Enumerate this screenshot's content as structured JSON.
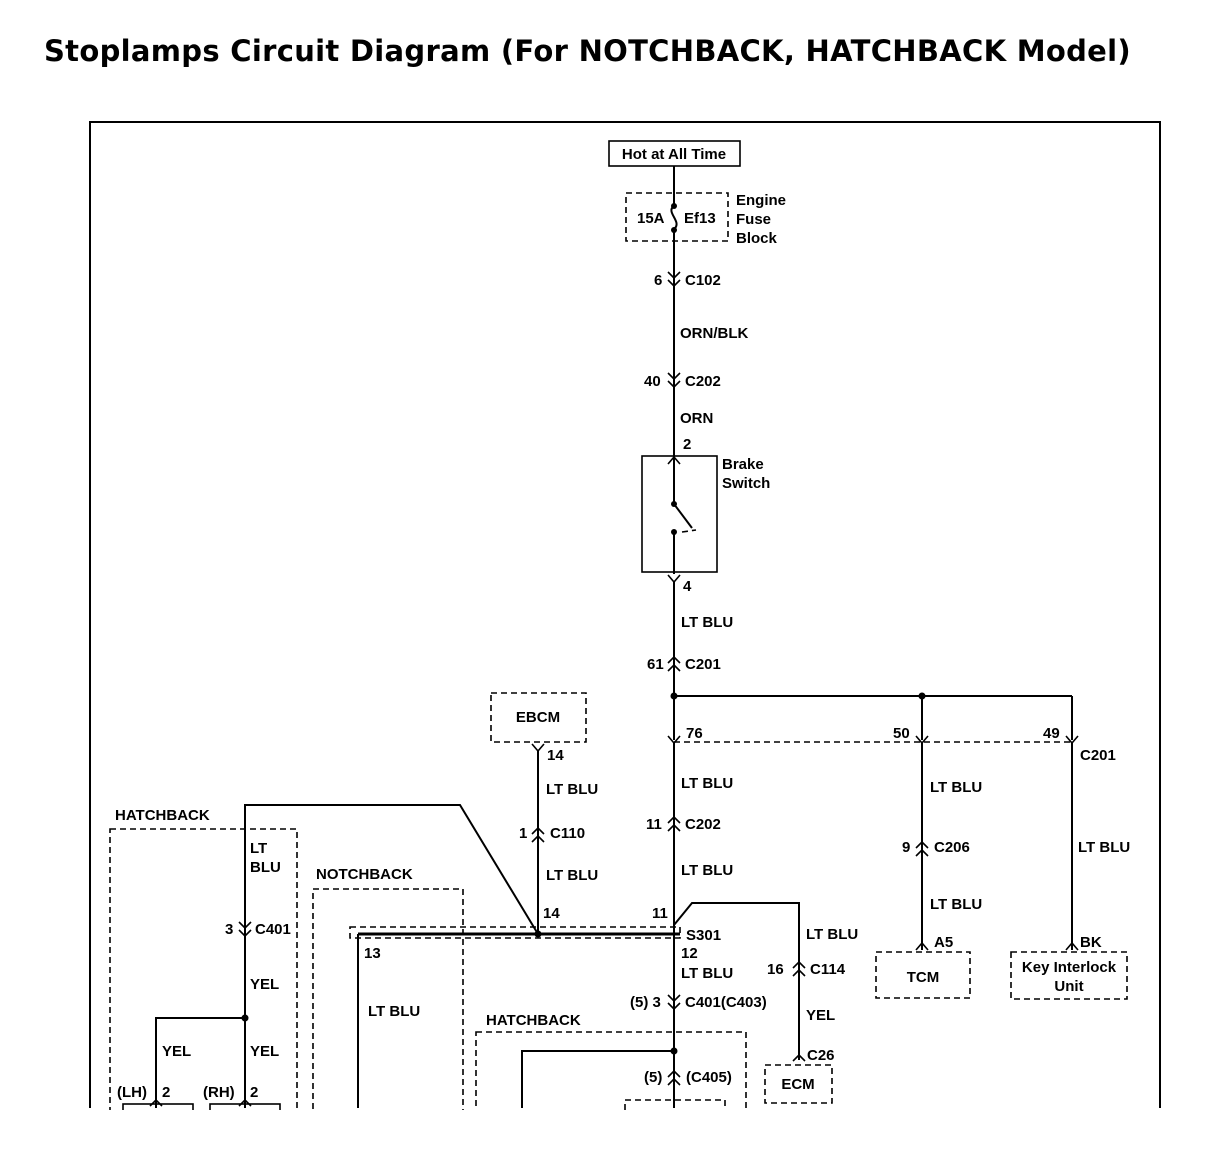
{
  "title": "Stoplamps Circuit Diagram (For NOTCHBACK, HATCHBACK Model)",
  "labels": {
    "hot_at_all_time": "Hot at All Time",
    "fuse_rating": "15A",
    "fuse_id": "Ef13",
    "fuse_block_1": "Engine",
    "fuse_block_2": "Fuse",
    "fuse_block_3": "Block",
    "c102_pin": "6",
    "c102": "C102",
    "orn_blk": "ORN/BLK",
    "c202_top_pin": "40",
    "c202_top": "C202",
    "orn": "ORN",
    "brake_pin_in": "2",
    "brake_switch_1": "Brake",
    "brake_switch_2": "Switch",
    "brake_pin_out": "4",
    "lt_blu_1": "LT BLU",
    "c201_pin": "61",
    "c201": "C201",
    "ebcm": "EBCM",
    "ebcm_pin": "14",
    "pin_76": "76",
    "pin_50": "50",
    "pin_49": "49",
    "c201_b": "C201",
    "lt_blu_2": "LT BLU",
    "lt_blu_ebcm": "LT BLU",
    "c110_pin": "1",
    "c110": "C110",
    "lt_blu_ebcm2": "LT BLU",
    "c202_mid_pin": "11",
    "c202_mid": "C202",
    "lt_blu_3": "LT BLU",
    "lt_blu_tcm1": "LT BLU",
    "c206_pin": "9",
    "c206": "C206",
    "lt_blu_tcm2": "LT BLU",
    "tcm_pin": "A5",
    "tcm": "TCM",
    "lt_blu_key": "LT BLU",
    "key_pin": "BK",
    "key_1": "Key Interlock",
    "key_2": "Unit",
    "hatchback_1": "HATCHBACK",
    "lt_blu_hb_1": "LT",
    "lt_blu_hb_2": "BLU",
    "c401_pin": "3",
    "c401": "C401",
    "yel_1": "YEL",
    "yel_2": "YEL",
    "yel_3": "YEL",
    "lh": "(LH)",
    "lh_pin": "2",
    "rh": "(RH)",
    "rh_pin": "2",
    "notchback": "NOTCHBACK",
    "s301_pin_13": "13",
    "lt_blu_nb": "LT BLU",
    "s301_pin_14": "14",
    "s301_pin_11": "11",
    "s301": "S301",
    "s301_pin_12": "12",
    "lt_blu_4": "LT BLU",
    "c401_c403": "(5) 3",
    "c401_c403_label": "C401(C403)",
    "lt_blu_ecm": "LT BLU",
    "c114_pin": "16",
    "c114": "C114",
    "yel_ecm": "YEL",
    "ecm_pin": "C26",
    "ecm": "ECM",
    "hatchback_2": "HATCHBACK",
    "c405_pin": "(5)",
    "c405": "(C405)"
  }
}
